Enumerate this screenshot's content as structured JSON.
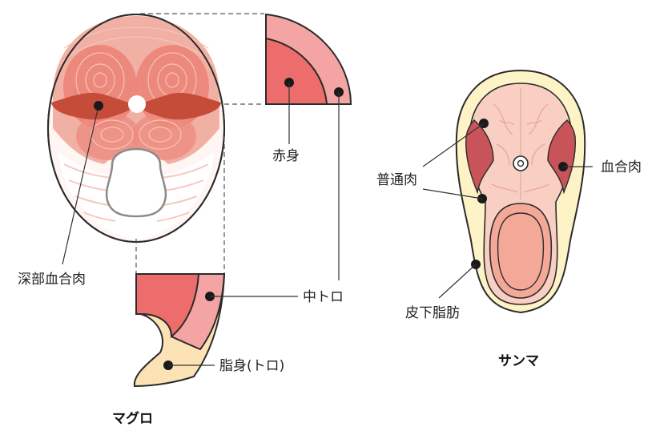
{
  "maguro": {
    "caption": "マグロ",
    "labels": {
      "akami": "赤身",
      "shinbu_chiainiku": "深部血合肉",
      "chutoro": "中トロ",
      "shimi": "脂身(トロ)"
    },
    "colors": {
      "outline": "#2b2b2b",
      "akami": "#ec6d6b",
      "toro_band": "#f4a4a2",
      "fat": "#fde2b6",
      "dark_red": "#c64c3a",
      "body_pink": "#f1b0a4"
    }
  },
  "sanma": {
    "caption": "サンマ",
    "labels": {
      "futsuniku": "普通肉",
      "chiainiku": "血合肉",
      "hika_shibo": "皮下脂肪"
    },
    "colors": {
      "skin": "#fdf3c6",
      "flesh": "#f8cfc2",
      "dark_muscle": "#c8545a",
      "belly": "#f4a898"
    }
  }
}
